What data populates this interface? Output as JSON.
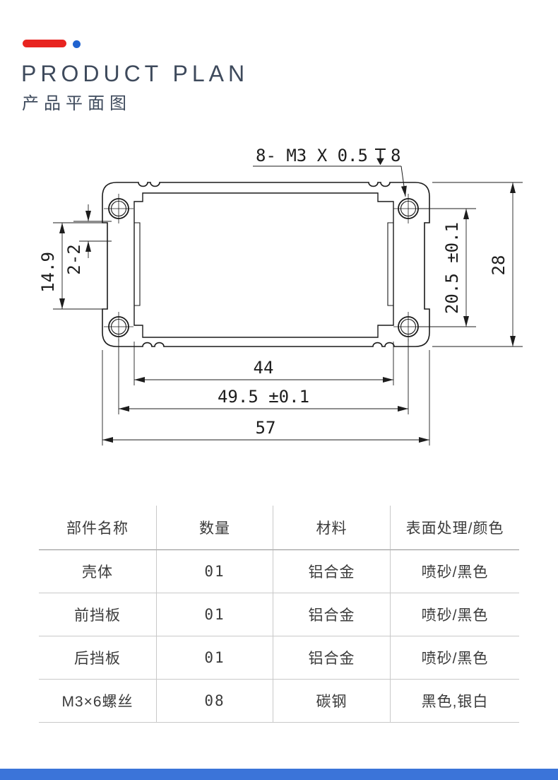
{
  "header": {
    "title": "PRODUCT PLAN",
    "subtitle": "产品平面图",
    "accent_red": "#e82420",
    "accent_blue": "#2063cf"
  },
  "drawing": {
    "callout": {
      "prefix": "8- M3 X 0.5",
      "depth_symbol": "⊽",
      "suffix": "8"
    },
    "dimensions": {
      "left_outer": "14.9",
      "left_step": "2-2",
      "right_inner": "20.5 ±0.1",
      "right_outer": "28",
      "bottom_inner": "44",
      "bottom_holes": "49.5 ±0.1",
      "bottom_outer": "57"
    }
  },
  "table": {
    "headers": [
      "部件名称",
      "数量",
      "材料",
      "表面处理/颜色"
    ],
    "rows": [
      [
        "壳体",
        "01",
        "铝合金",
        "喷砂/黑色"
      ],
      [
        "前挡板",
        "01",
        "铝合金",
        "喷砂/黑色"
      ],
      [
        "后挡板",
        "01",
        "铝合金",
        "喷砂/黑色"
      ],
      [
        "M3×6螺丝",
        "08",
        "碳钢",
        "黑色,银白"
      ]
    ]
  },
  "footer": {
    "bar_color": "#3b74d9"
  }
}
